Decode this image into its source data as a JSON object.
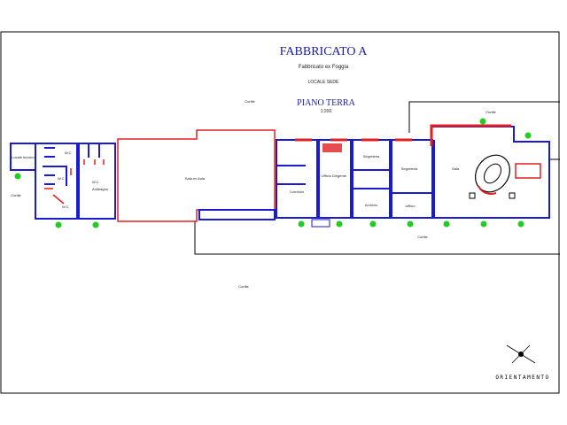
{
  "header": {
    "title": "FABBRICATO A",
    "subtitle": "Fabbricato ex Foggia",
    "location": "LOCALE SEDE",
    "floor": "PIANO TERRA",
    "scale": "1:200"
  },
  "labels": {
    "left_ext": "Cortile",
    "mid_top": "Cortile",
    "mid_bottom": "Cortile",
    "court_top": "Cortile",
    "court_bottom": "Cortile",
    "room_small": "Locale tecnico",
    "room_wc1": "W.C.",
    "room_wc2": "W.C.",
    "room_wc3": "W.C.",
    "room_wc4": "W.C.",
    "room_anti": "Antibagno",
    "hall": "Sala ex Aula",
    "corridor": "Corridoio",
    "office1": "Ufficio Dirigente",
    "office2": "Segreteria",
    "office3": "Archivio",
    "office4": "Segreteria",
    "office5": "Ufficio",
    "sala": "Sala"
  },
  "orientation": {
    "label": "ORIENTAMENTO"
  },
  "colors": {
    "walls": "#1a1ad0",
    "highlight": "#e02020",
    "entrance": "#22cc22"
  }
}
